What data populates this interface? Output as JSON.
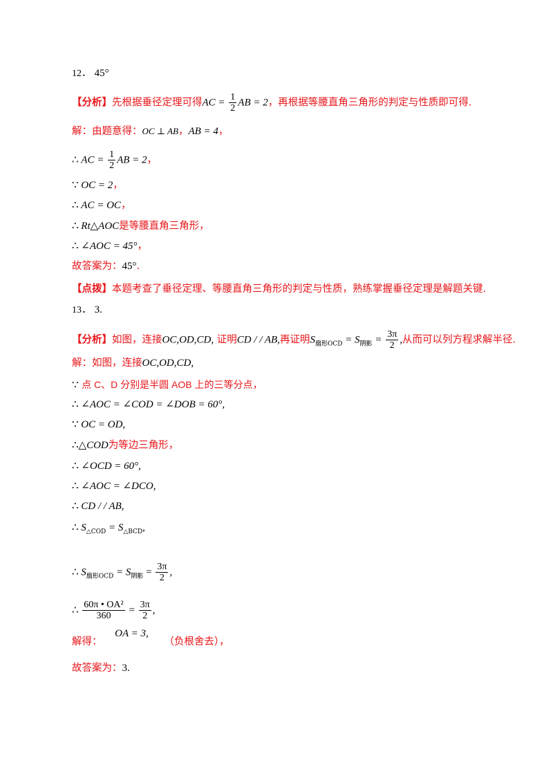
{
  "q12": {
    "number": "12．",
    "answer": "45°",
    "analysis_tag": "【分析】",
    "analysis_a": "先根据垂径定理可得",
    "analysis_b": "，再根据等腰直角三角形的判定与性质即可得.",
    "sol_label": "解：由题意得：",
    "given_a": "OC ⊥ AB",
    "given_b": "AB = 4",
    "step1": "AC = ",
    "step1_num": "1",
    "step1_den": "2",
    "step1_tail": "AB = 2",
    "step2": "OC = 2",
    "step3": "AC = OC",
    "step4_math": "Rt△AOC",
    "step4_text": "是等腰直角三角形，",
    "step5": "∠AOC = 45°",
    "ans_label": "故答案为：",
    "ans_value": "45°",
    "point_tag": "【点拨】",
    "point_text": "本题考查了垂径定理、等腰直角三角形的判定与性质，熟练掌握垂径定理是解题关键."
  },
  "q13": {
    "number": "13．",
    "answer": "3.",
    "analysis_tag": "【分析】",
    "analysis_a": "如图，连接",
    "analysis_m1": "OC,OD,CD,",
    "analysis_b": "证明",
    "analysis_m2": "CD / / AB,",
    "analysis_c": "再证明",
    "analysis_sub1": "扇形OCD",
    "analysis_sub2": "阴影",
    "analysis_num": "3π",
    "analysis_den": "2",
    "analysis_d": "从而可以列方程求解半径.",
    "sol_label": "解：如图，连接",
    "sol_m": "OC,OD,CD,",
    "because1": "∵",
    "because1_text": "点 C、D 分别是半圆 AOB 上的三等分点，",
    "s1": "∠AOC = ∠COD = ∠DOB = 60°,",
    "s2": "OC = OD,",
    "s3_math": "△COD",
    "s3_text": "为等边三角形，",
    "s4": "∠OCD = 60°,",
    "s5": "∠AOC = ∠DCO,",
    "s6": "CD / / AB,",
    "s7_sub1": "△COD",
    "s7_sub2": "△BCD",
    "s8_sub1": "扇形OCD",
    "s8_sub2": "阴影",
    "s8_num": "3π",
    "s8_den": "2",
    "s9_num": "60π • OA²",
    "s9_den": "360",
    "s9_rnum": "3π",
    "s9_rden": "2",
    "solve_label": "解得：",
    "solve_math": "OA = 3,",
    "solve_note": "（负根舍去），",
    "ans_label": "故答案为：",
    "ans_value": "3."
  }
}
